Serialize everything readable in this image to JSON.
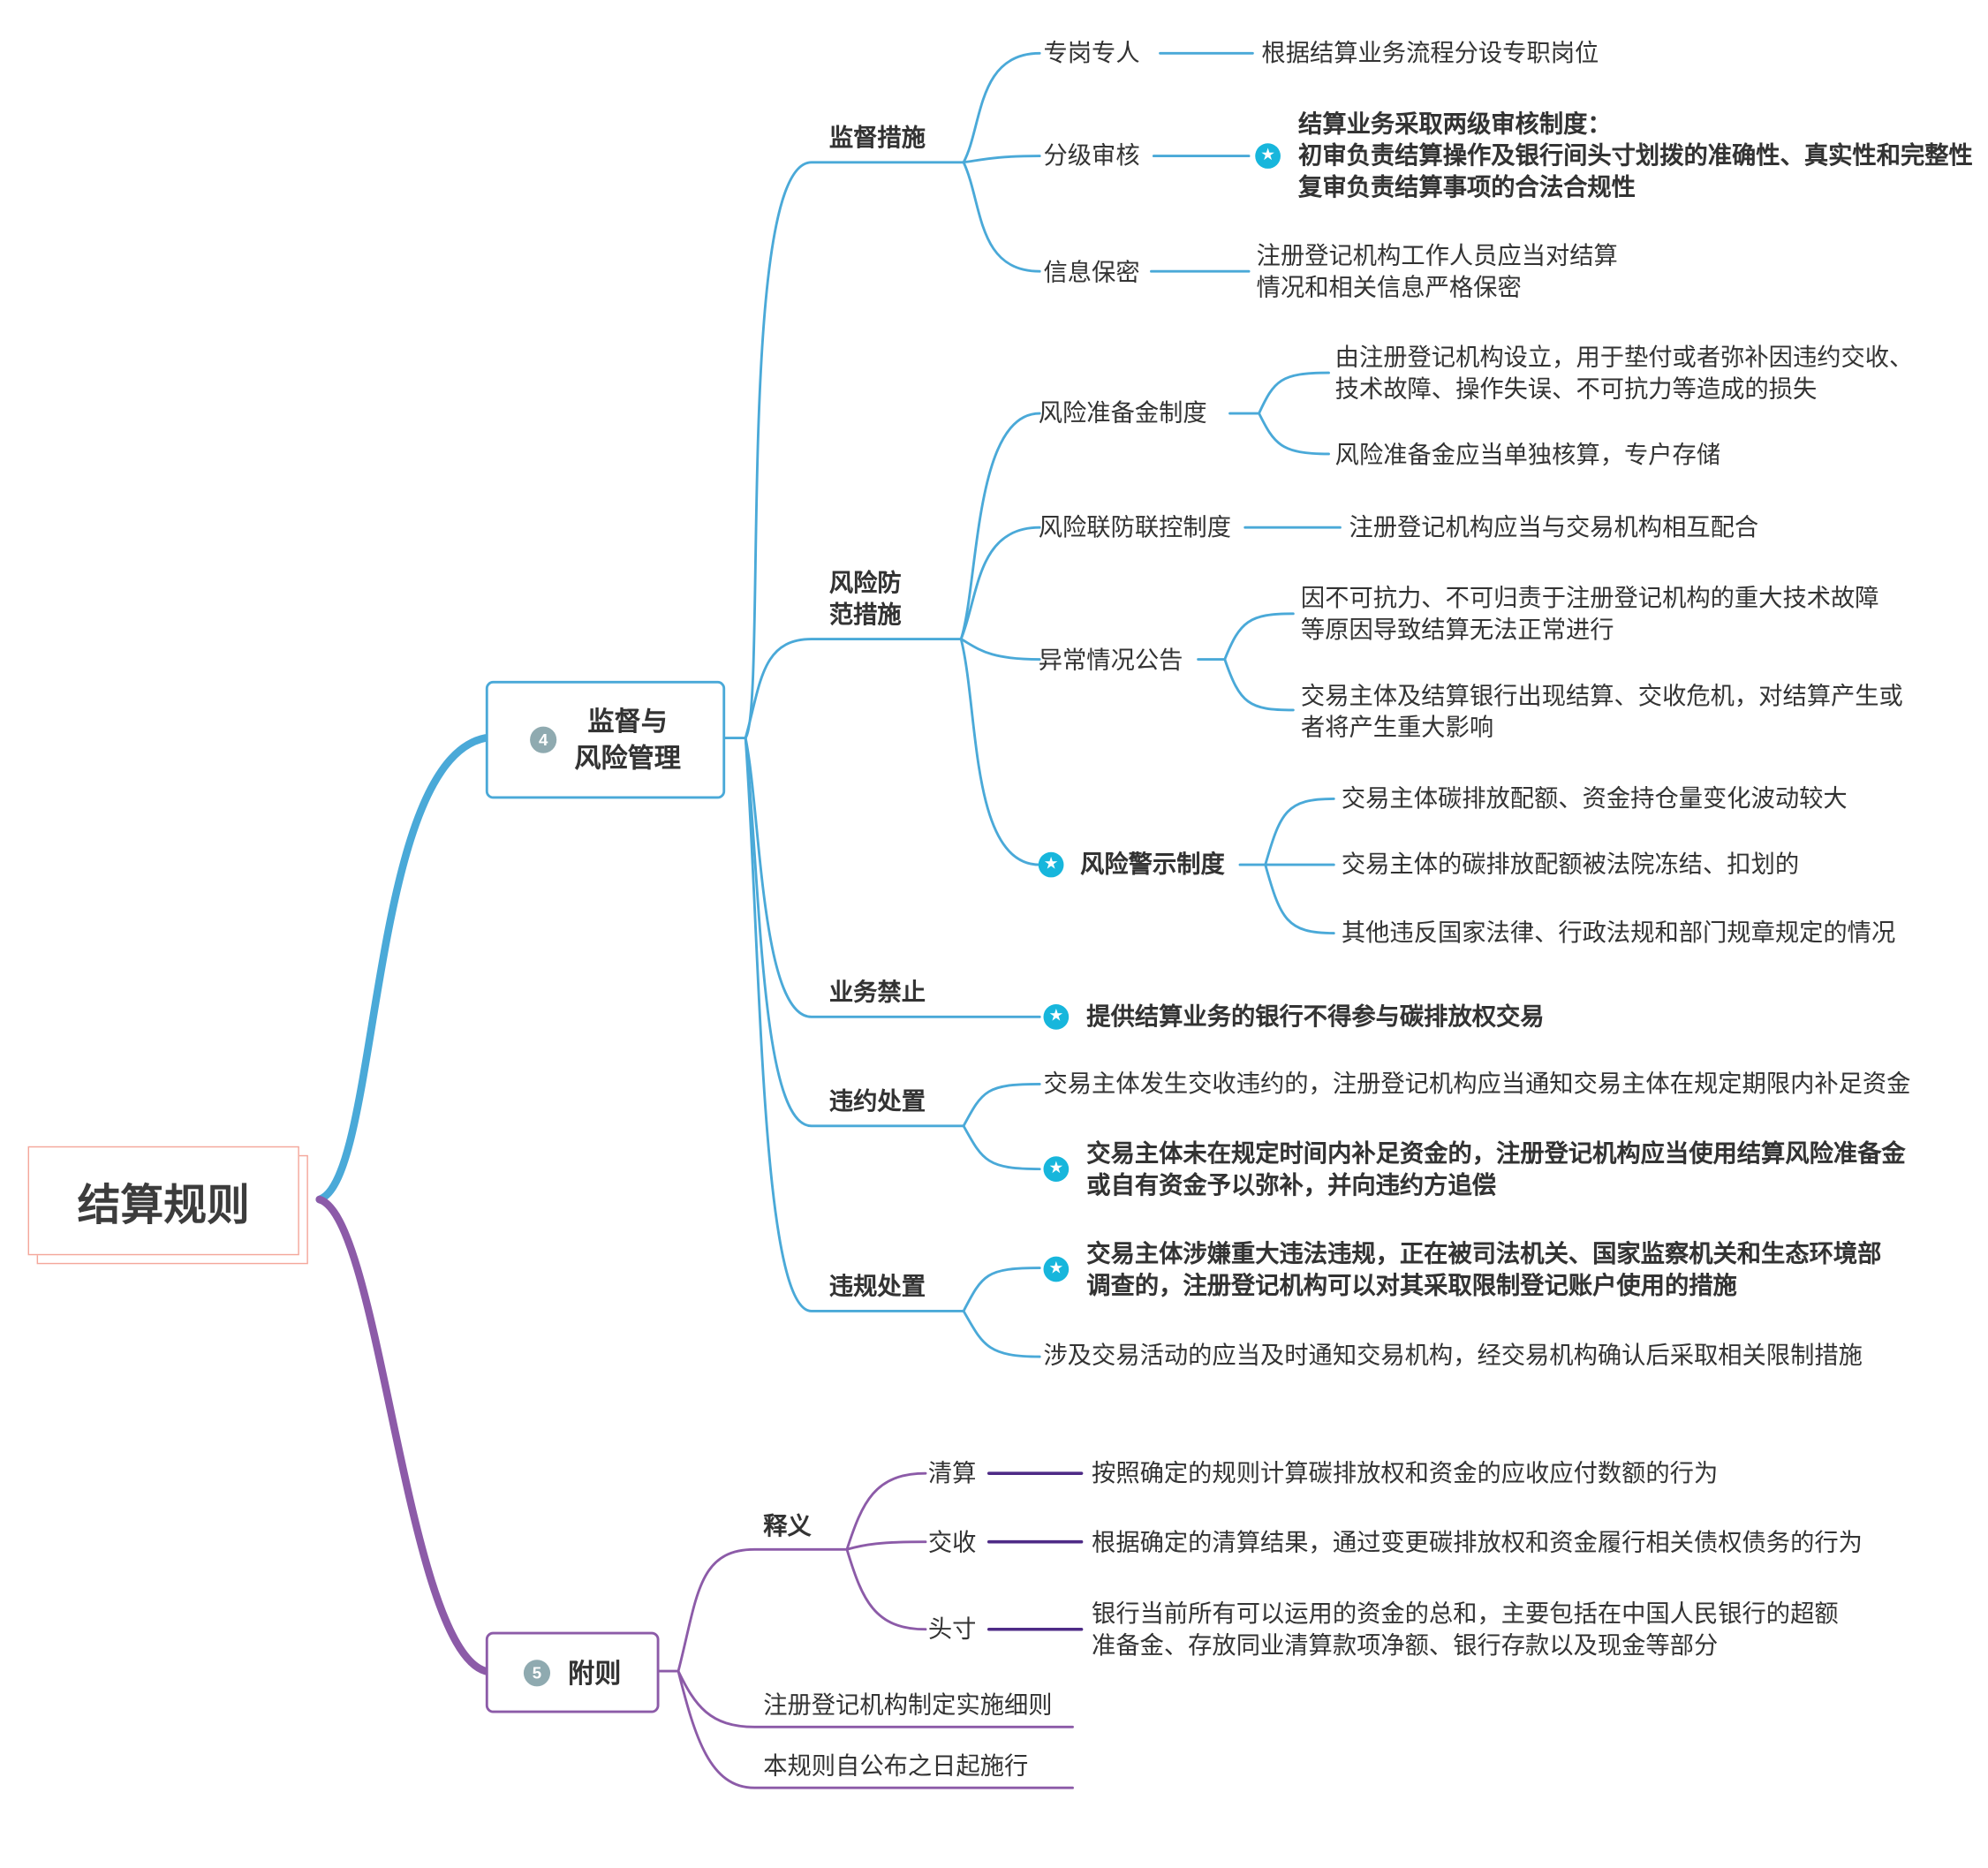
{
  "root": {
    "title": "结算规则"
  },
  "colors": {
    "blue": "#4aa9d8",
    "purple": "#8c5ba8",
    "dark_purple": "#4e2b86",
    "star": "#17b6dc",
    "number_badge": "#8faab0",
    "root_border": "#f4a79b"
  },
  "section4": {
    "number": "4",
    "title": [
      "监督与",
      "风险管理"
    ],
    "supervision": {
      "label": "监督措施",
      "post": {
        "label": "专岗专人",
        "detail": "根据结算业务流程分设专职岗位"
      },
      "review": {
        "label": "分级审核",
        "detail": [
          "结算业务采取两级审核制度：",
          "初审负责结算操作及银行间头寸划拨的准确性、真实性和完整性",
          "复审负责结算事项的合法合规性"
        ]
      },
      "secrecy": {
        "label": "信息保密",
        "detail": [
          "注册登记机构工作人员应当对结算",
          "情况和相关信息严格保密"
        ]
      }
    },
    "risk": {
      "label": [
        "风险防",
        "范措施"
      ],
      "reserve": {
        "label": "风险准备金制度",
        "item1": [
          "由注册登记机构设立，用于垫付或者弥补因违约交收、",
          "技术故障、操作失误、不可抗力等造成的损失"
        ],
        "item2": "风险准备金应当单独核算，专户存储"
      },
      "joint": {
        "label": "风险联防联控制度",
        "detail": "注册登记机构应当与交易机构相互配合"
      },
      "abnormal": {
        "label": "异常情况公告",
        "item1": [
          "因不可抗力、不可归责于注册登记机构的重大技术故障",
          "等原因导致结算无法正常进行"
        ],
        "item2": [
          "交易主体及结算银行出现结算、交收危机，对结算产生或",
          "者将产生重大影响"
        ]
      },
      "warning": {
        "label": "风险警示制度",
        "item1": "交易主体碳排放配额、资金持仓量变化波动较大",
        "item2": "交易主体的碳排放配额被法院冻结、扣划的",
        "item3": "其他违反国家法律、行政法规和部门规章规定的情况"
      }
    },
    "prohibition": {
      "label": "业务禁止",
      "detail": "提供结算业务的银行不得参与碳排放权交易"
    },
    "default": {
      "label": "违约处置",
      "item1": "交易主体发生交收违约的，注册登记机构应当通知交易主体在规定期限内补足资金",
      "item2": [
        "交易主体未在规定时间内补足资金的，注册登记机构应当使用结算风险准备金",
        "或自有资金予以弥补，并向违约方追偿"
      ]
    },
    "violation": {
      "label": "违规处置",
      "item1": [
        "交易主体涉嫌重大违法违规，正在被司法机关、国家监察机关和生态环境部",
        "调查的，注册登记机构可以对其采取限制登记账户使用的措施"
      ],
      "item2": "涉及交易活动的应当及时通知交易机构，经交易机构确认后采取相关限制措施"
    }
  },
  "section5": {
    "number": "5",
    "title": "附则",
    "definitions": {
      "label": "释义",
      "clearing": {
        "label": "清算",
        "detail": "按照确定的规则计算碳排放权和资金的应收应付数额的行为"
      },
      "settlement": {
        "label": "交收",
        "detail": "根据确定的清算结果，通过变更碳排放权和资金履行相关债权债务的行为"
      },
      "position": {
        "label": "头寸",
        "detail": [
          "银行当前所有可以运用的资金的总和，主要包括在中国人民银行的超额",
          "准备金、存放同业清算款项净额、银行存款以及现金等部分"
        ]
      }
    },
    "rules": "注册登记机构制定实施细则",
    "effective": "本规则自公布之日起施行"
  }
}
